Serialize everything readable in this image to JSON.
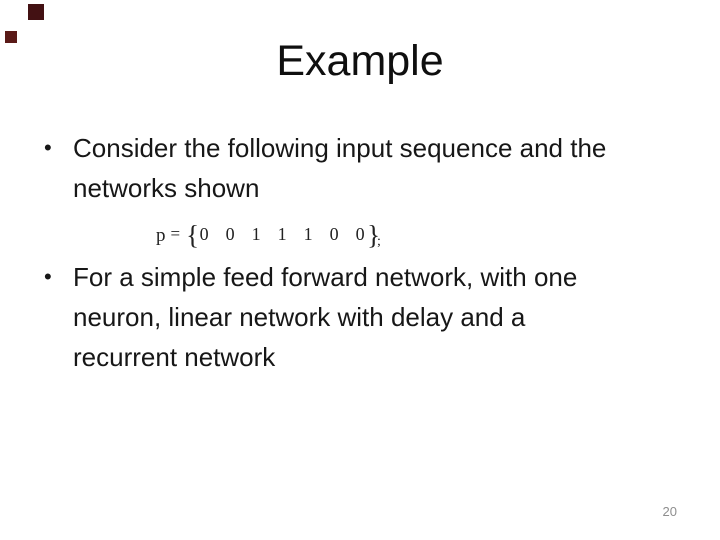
{
  "slide": {
    "background_color": "#ffffff",
    "title": "Example",
    "bullets": [
      {
        "marker": "•",
        "text": "Consider the following input sequence and the\nnetworks shown"
      },
      {
        "marker": "•",
        "text": "For a simple feed forward network, with one\nneuron, linear network with delay and a\nrecurrent network"
      }
    ],
    "formula": {
      "variable": "p",
      "equals": "=",
      "open_brace": "{",
      "values": [
        "0",
        "0",
        "1",
        "1",
        "1",
        "0",
        "0"
      ],
      "close_brace": "}",
      "terminator": ";"
    },
    "page_number": "20",
    "text_color": "#171717",
    "page_number_color": "#8e8e8e",
    "decor": {
      "square_large_color": "#431113",
      "square_small_color": "#5a1a17"
    }
  }
}
